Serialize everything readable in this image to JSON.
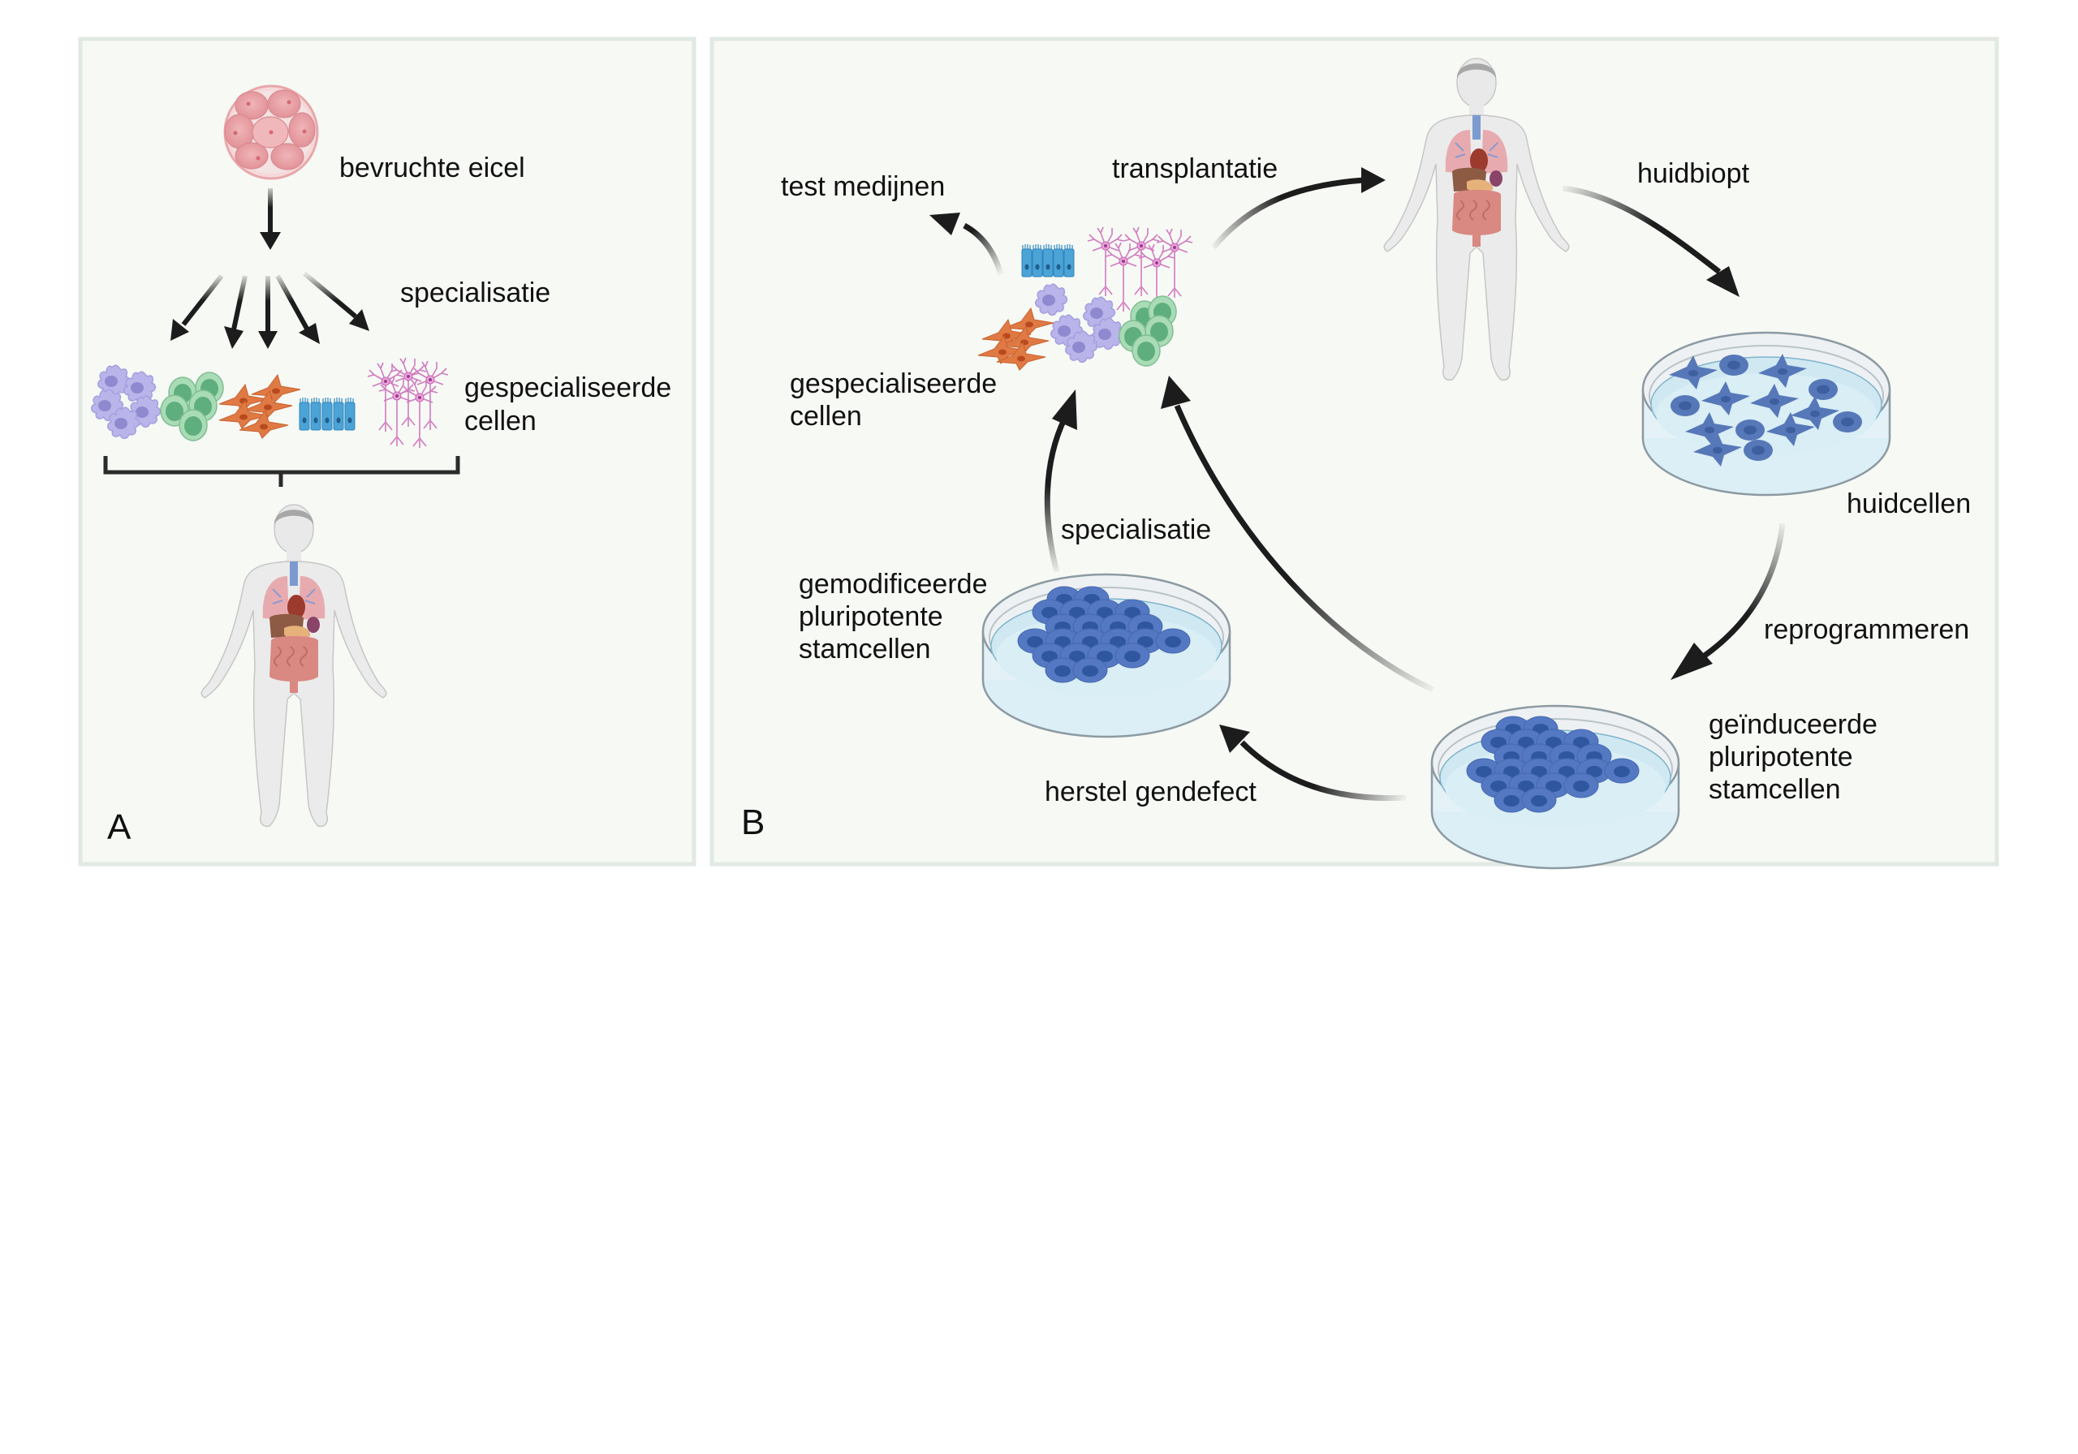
{
  "figure": {
    "panels": [
      {
        "id": "A",
        "label": "A",
        "labels": {
          "fertilized_egg": "bevruchte eicel",
          "specialisation": "specialisatie",
          "specialised_cells_line1": "gespecialiseerde",
          "specialised_cells_line2": "cellen"
        },
        "icons": [
          "embryo-icon",
          "macrophage-cells-icon",
          "lymphocyte-cells-icon",
          "fibroblast-cells-icon",
          "epithelial-cells-icon",
          "neuron-cells-icon",
          "human-body-icon"
        ]
      },
      {
        "id": "B",
        "label": "B",
        "labels": {
          "test_medicines": "test medijnen",
          "transplantation": "transplantatie",
          "skin_biopsy": "huidbiopt",
          "skin_cells": "huidcellen",
          "reprogramming": "reprogrammeren",
          "ips_line1": "geïnduceerde",
          "ips_line2": "pluripotente",
          "ips_line3": "stamcellen",
          "gene_repair": "herstel gendefect",
          "modified_line1": "gemodificeerde",
          "modified_line2": "pluripotente",
          "modified_line3": "stamcellen",
          "specialisation": "specialisatie",
          "specialised_cells_line1": "gespecialiseerde",
          "specialised_cells_line2": "cellen"
        },
        "icons": [
          "human-body-icon",
          "skin-cells-dish-icon",
          "ips-dish-icon",
          "modified-stemcell-dish-icon",
          "specialised-cells-cluster-icon"
        ]
      }
    ],
    "colors": {
      "panel_fill": "#f7f9f5",
      "panel_border": "#e1e9e3",
      "arrow": "#1c1c1c",
      "text": "#111111",
      "embryo": "#e89ba0",
      "macrophage": "#b3b0e6",
      "lymphocyte": "#8ccaa0",
      "fibroblast": "#e0763f",
      "epithelial": "#4ba3d6",
      "neuron": "#d98ac8",
      "stem_cell": "#4d6fb8",
      "dish_medium": "#d9eef6"
    }
  }
}
